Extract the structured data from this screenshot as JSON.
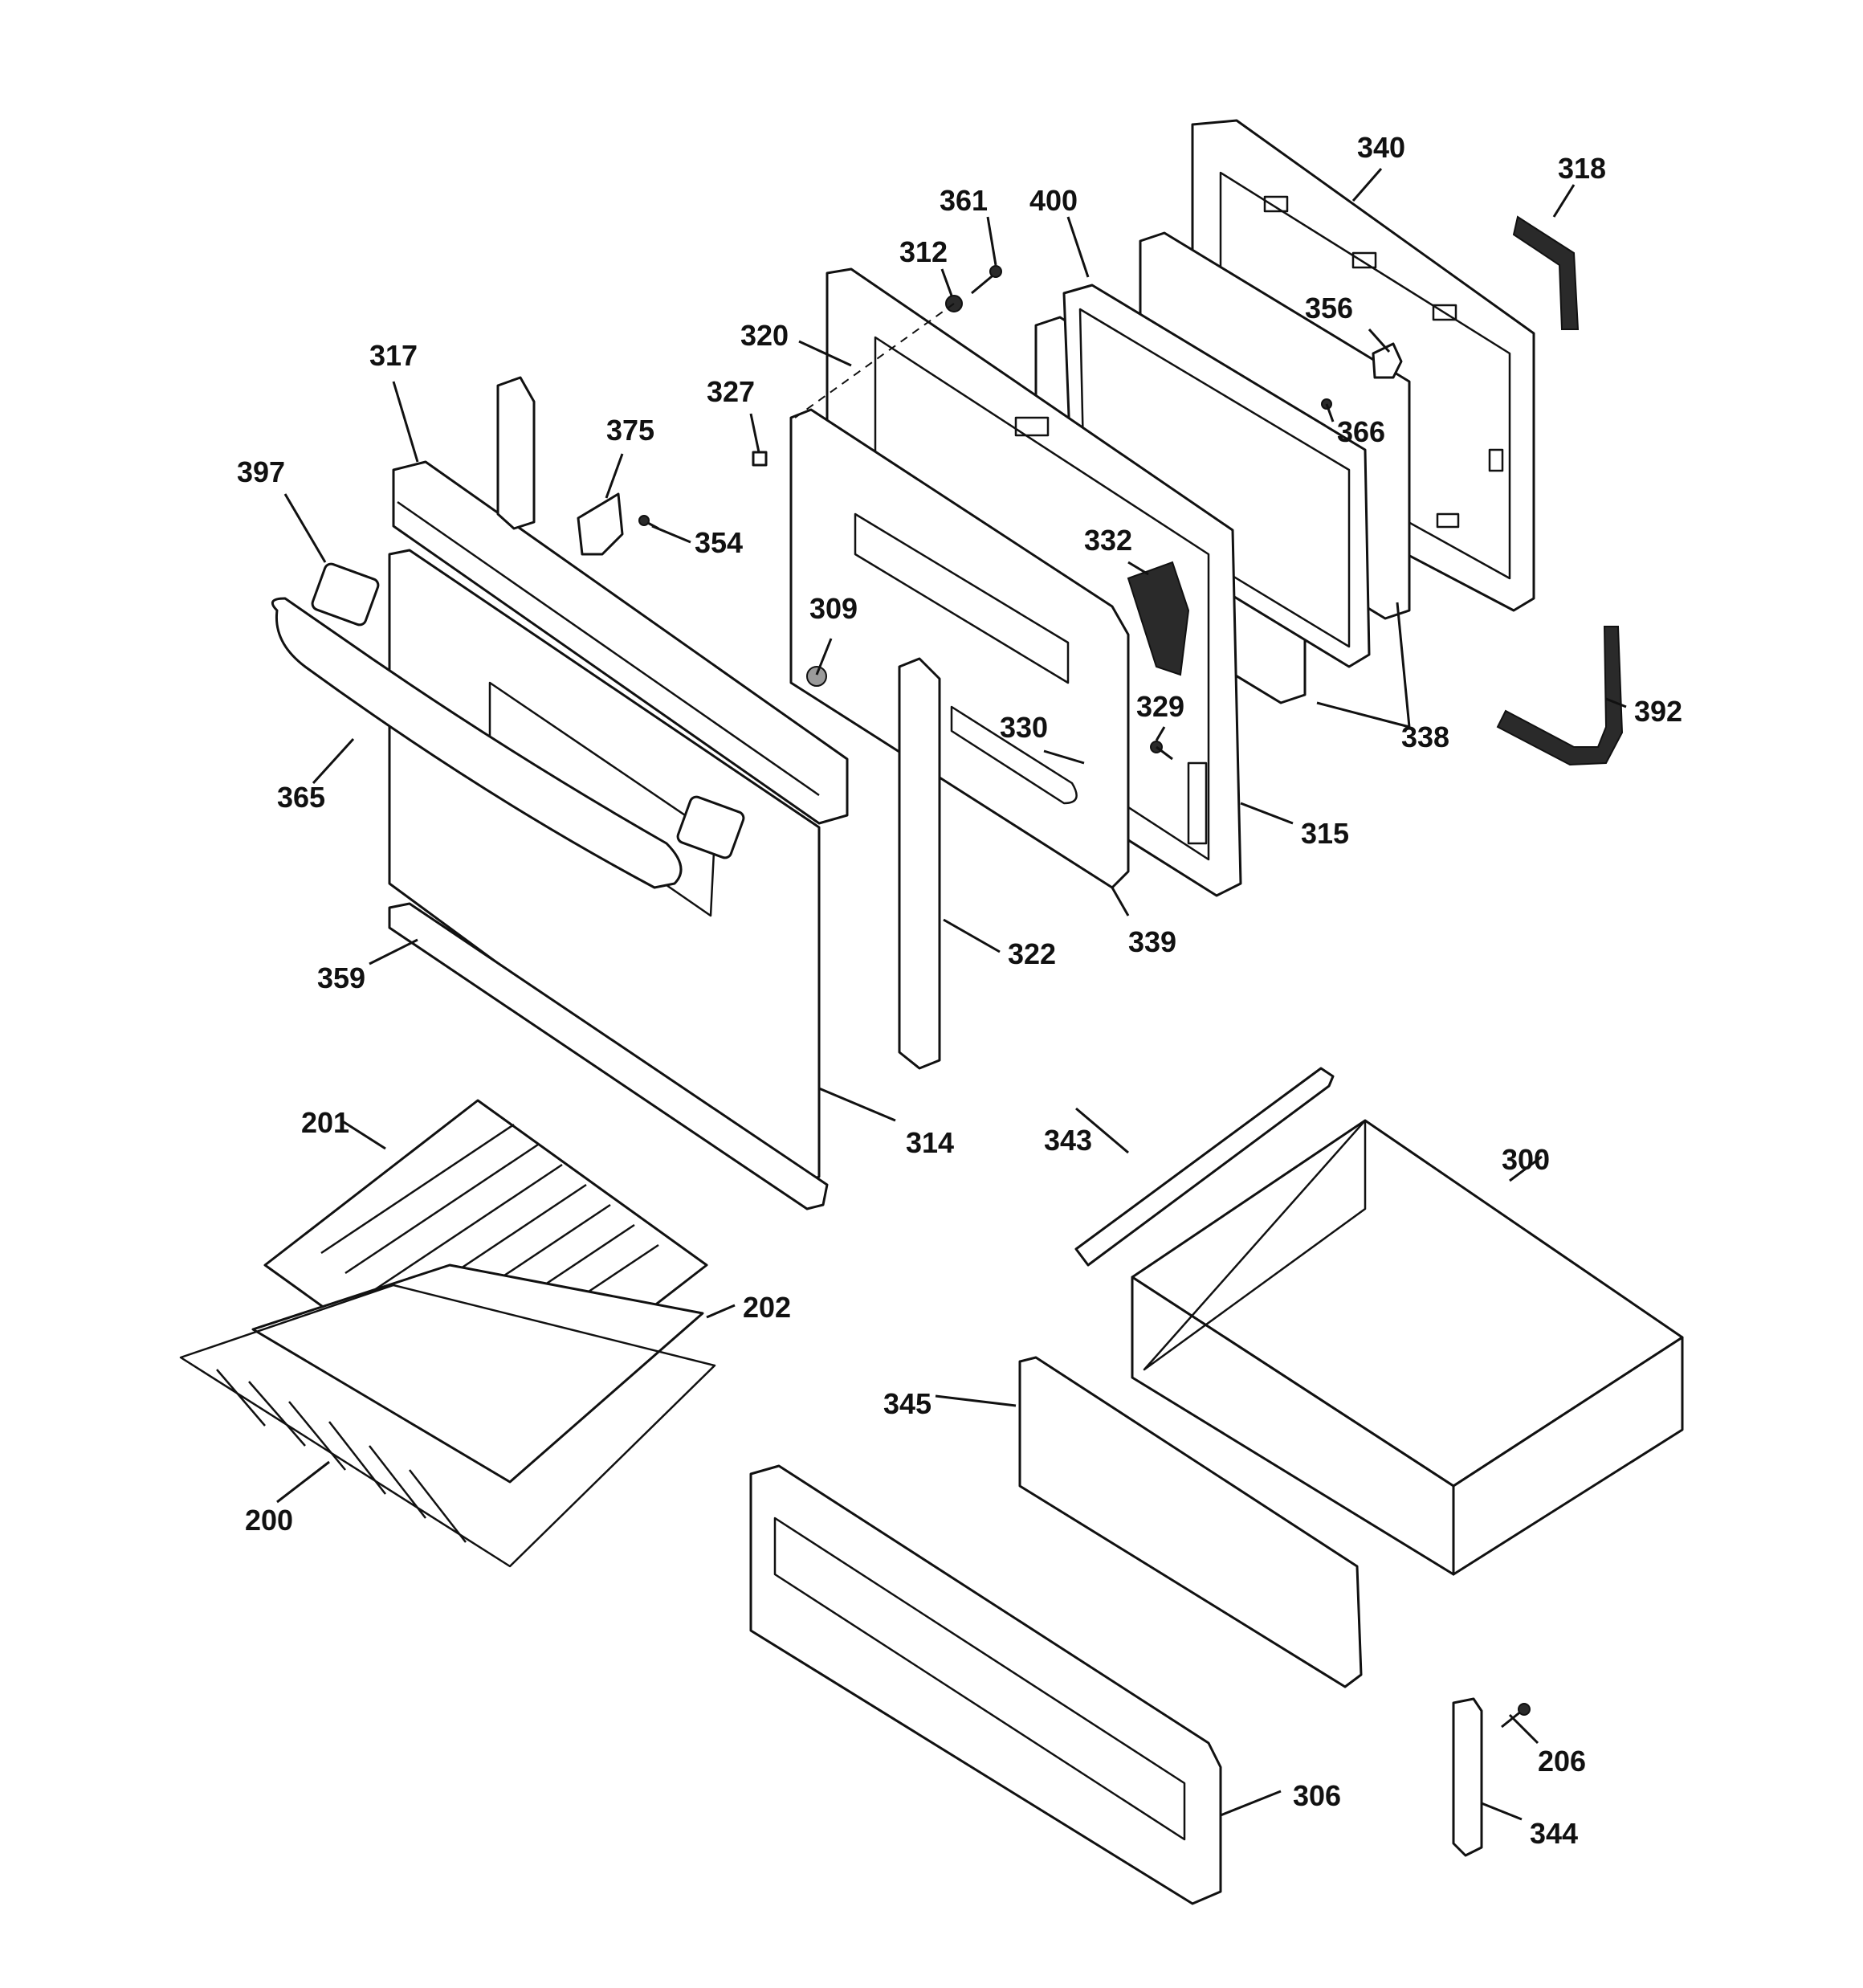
{
  "callouts": {
    "c340": "340",
    "c318": "318",
    "c361": "361",
    "c400": "400",
    "c312": "312",
    "c356": "356",
    "c320": "320",
    "c366": "366",
    "c317": "317",
    "c327": "327",
    "c375": "375",
    "c397": "397",
    "c354": "354",
    "c332": "332",
    "c309": "309",
    "c329": "329",
    "c330": "330",
    "c338": "338",
    "c392": "392",
    "c365": "365",
    "c315": "315",
    "c339": "339",
    "c322": "322",
    "c359": "359",
    "c314": "314",
    "c201": "201",
    "c343": "343",
    "c300": "300",
    "c202": "202",
    "c345": "345",
    "c200": "200",
    "c206": "206",
    "c306": "306",
    "c344": "344"
  },
  "colors": {
    "line": "#111111",
    "background": "#ffffff"
  }
}
